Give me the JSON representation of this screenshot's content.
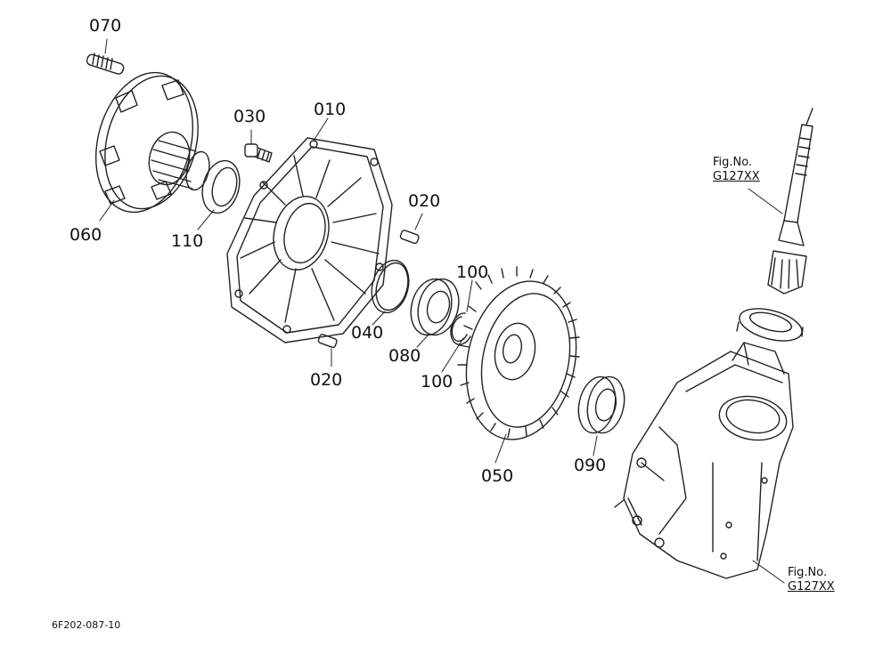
{
  "parts": [
    {
      "key": "070",
      "label": "070"
    },
    {
      "key": "060",
      "label": "060"
    },
    {
      "key": "030",
      "label": "030"
    },
    {
      "key": "010",
      "label": "010"
    },
    {
      "key": "110",
      "label": "110"
    },
    {
      "key": "020_a",
      "label": "020"
    },
    {
      "key": "020_b",
      "label": "020"
    },
    {
      "key": "040",
      "label": "040"
    },
    {
      "key": "080",
      "label": "080"
    },
    {
      "key": "100_a",
      "label": "100"
    },
    {
      "key": "100_b",
      "label": "100"
    },
    {
      "key": "050",
      "label": "050"
    },
    {
      "key": "090",
      "label": "090"
    }
  ],
  "fig_refs": [
    {
      "prefix": "Fig.No.",
      "number": "G127XX"
    },
    {
      "prefix": "Fig.No.",
      "number": "G127XX"
    }
  ],
  "drawing_code": "6F202-087-10"
}
